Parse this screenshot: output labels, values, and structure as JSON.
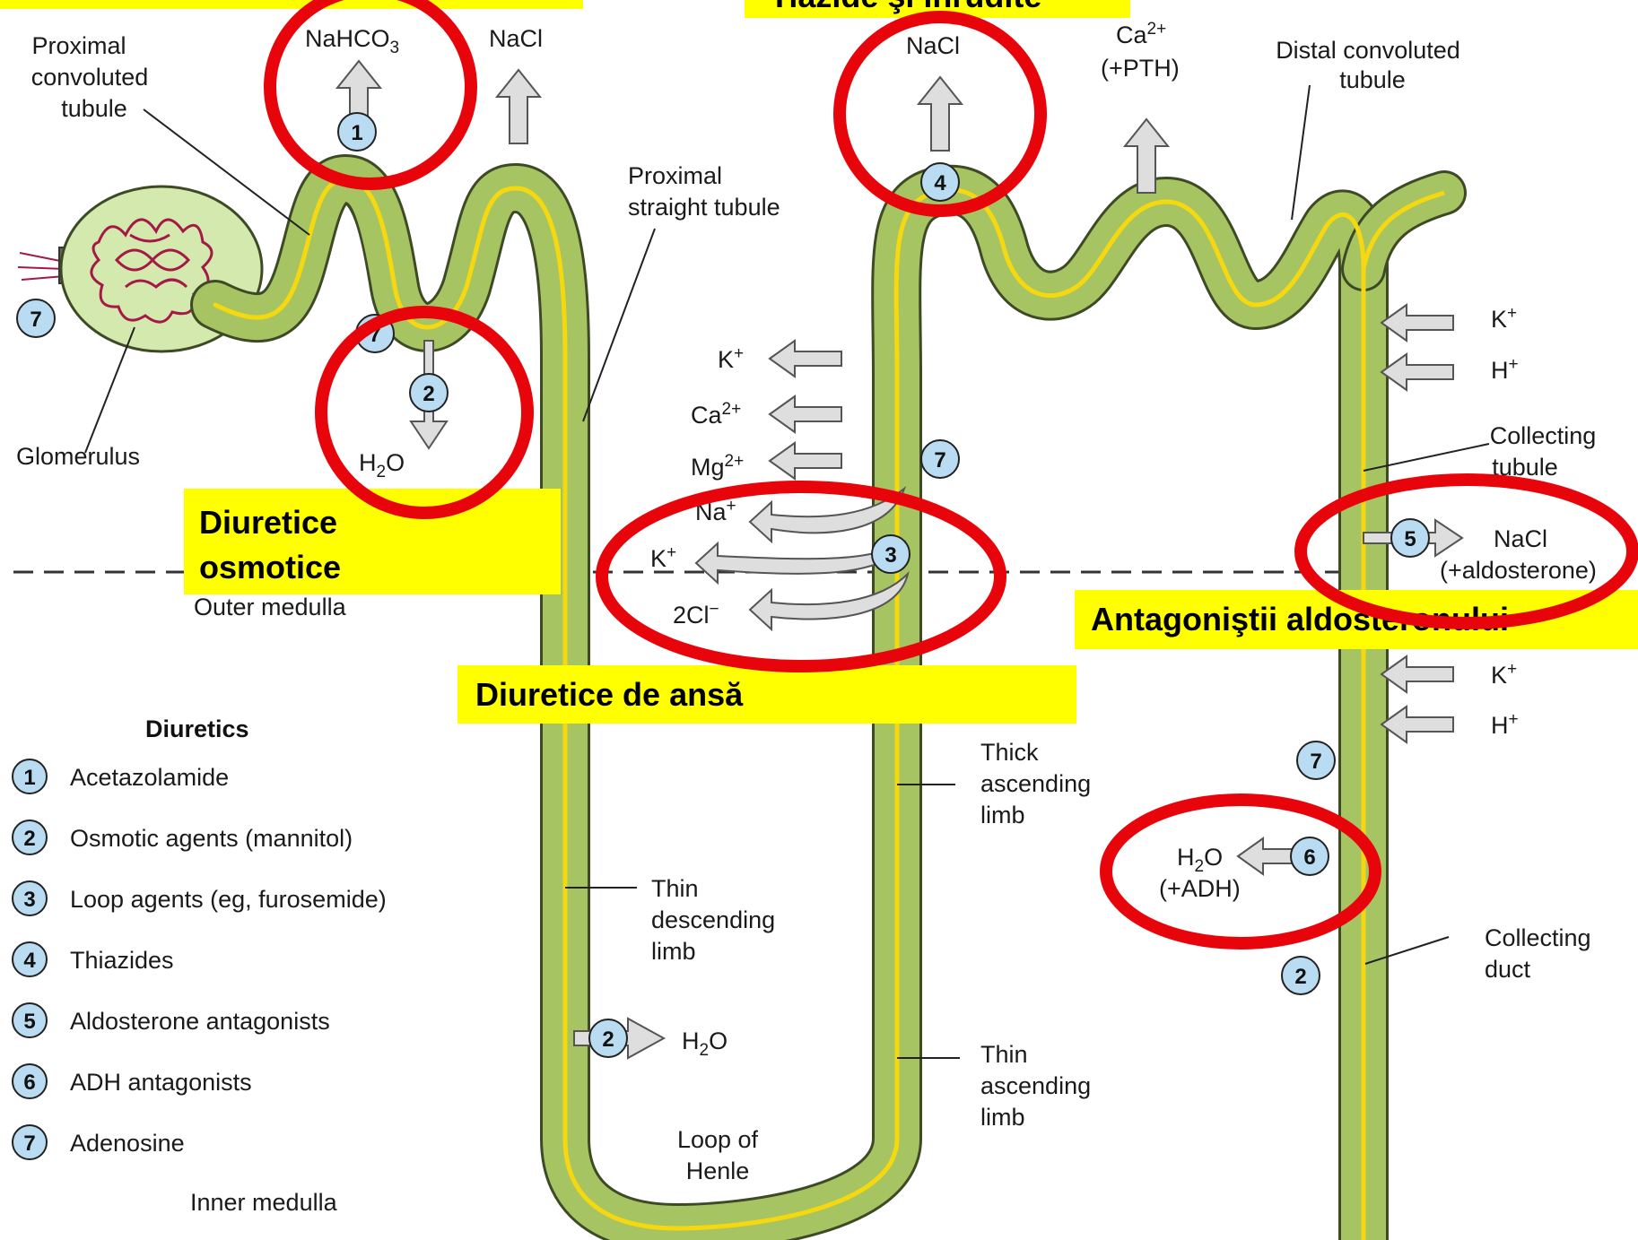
{
  "colors": {
    "tubule_fill": "#a7c463",
    "tubule_stroke": "#3e4a26",
    "lumen": "#f5d80f",
    "highlight_circle": "#e8040b",
    "caption_box": "#ffff00",
    "badge_fill": "#b9dcf2",
    "arrow_fill": "#dedede",
    "glomerulus_fill": "#d4e9ae",
    "capillary": "#a31a47"
  },
  "captions": {
    "top_left": "",
    "top_center": "Tiazide şi înrudite",
    "osmotic_line1": "Diuretice",
    "osmotic_line2": "osmotice",
    "loop": "Diuretice de ansă",
    "aldosterone": "Antagoniştii aldosteronului"
  },
  "structures": {
    "proximal_convoluted": [
      "Proximal",
      "convoluted",
      "tubule"
    ],
    "proximal_straight": [
      "Proximal",
      "straight tubule"
    ],
    "distal_convoluted": [
      "Distal convoluted",
      "tubule"
    ],
    "glomerulus": "Glomerulus",
    "collecting_tubule": [
      "Collecting",
      "tubule"
    ],
    "thick_ascending": [
      "Thick",
      "ascending",
      "limb"
    ],
    "thin_descending": [
      "Thin",
      "descending",
      "limb"
    ],
    "thin_ascending": [
      "Thin",
      "ascending",
      "limb"
    ],
    "collecting_duct": [
      "Collecting",
      "duct"
    ],
    "loop_of_henle": [
      "Loop of",
      "Henle"
    ],
    "outer_medulla": "Outer medulla",
    "inner_medulla": "Inner medulla"
  },
  "ions": {
    "nahco3": "NaHCO",
    "nahco3_sub": "3",
    "nacl_proximal": "NaCl",
    "nacl_distal": "NaCl",
    "ca_distal": "Ca",
    "ca_distal_sup": "2+",
    "pth": "(+PTH)",
    "k_loop": "K",
    "ca_loop": "Ca",
    "ca_loop_sup": "2+",
    "mg_loop": "Mg",
    "mg_loop_sup": "2+",
    "na_loop": "Na",
    "k2_loop": "K",
    "cl2_loop": "2Cl",
    "plus": "+",
    "minus": "−",
    "h2o_proximal": "H",
    "h2o_descending": "H",
    "h2o_collecting": "H",
    "h2o_sub": "2",
    "h2o_o": "O",
    "adh": "(+ADH)",
    "k_ct_upper": "K",
    "h_ct_upper": "H",
    "nacl_ct": "NaCl",
    "aldosterone_note": "(+aldosterone)",
    "k_ct_lower": "K",
    "h_ct_lower": "H"
  },
  "legend": {
    "title": "Diuretics",
    "items": [
      {
        "num": "1",
        "label": "Acetazolamide"
      },
      {
        "num": "2",
        "label": "Osmotic agents (mannitol)"
      },
      {
        "num": "3",
        "label": "Loop agents (eg, furosemide)"
      },
      {
        "num": "4",
        "label": "Thiazides"
      },
      {
        "num": "5",
        "label": "Aldosterone antagonists"
      },
      {
        "num": "6",
        "label": "ADH antagonists"
      },
      {
        "num": "7",
        "label": "Adenosine"
      }
    ]
  },
  "badges": {
    "b1": "1",
    "b2a": "2",
    "b2b": "2",
    "b2c": "2",
    "b3": "3",
    "b4": "4",
    "b5": "5",
    "b6": "6",
    "b7a": "7",
    "b7b": "7",
    "b7c": "7",
    "b7d": "7"
  }
}
